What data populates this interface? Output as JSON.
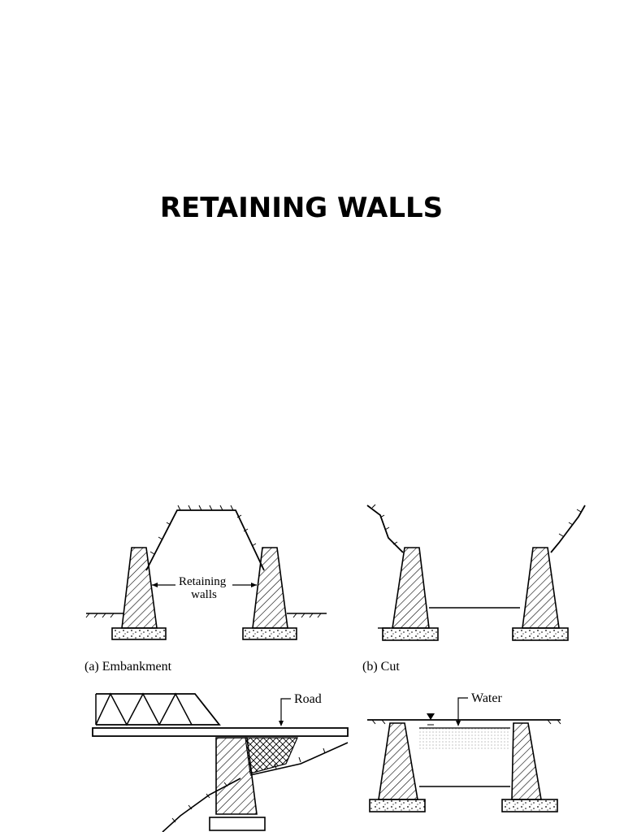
{
  "slide": {
    "title": "RETAINING WALLS"
  },
  "figure": {
    "panels": {
      "a": {
        "caption": "(a) Embankment",
        "callout": "Retaining walls"
      },
      "b": {
        "caption": "(b) Cut"
      },
      "c": {
        "label": "Road"
      },
      "d": {
        "label": "Water"
      }
    },
    "colors": {
      "ink": "#000000",
      "paper": "#ffffff"
    }
  }
}
